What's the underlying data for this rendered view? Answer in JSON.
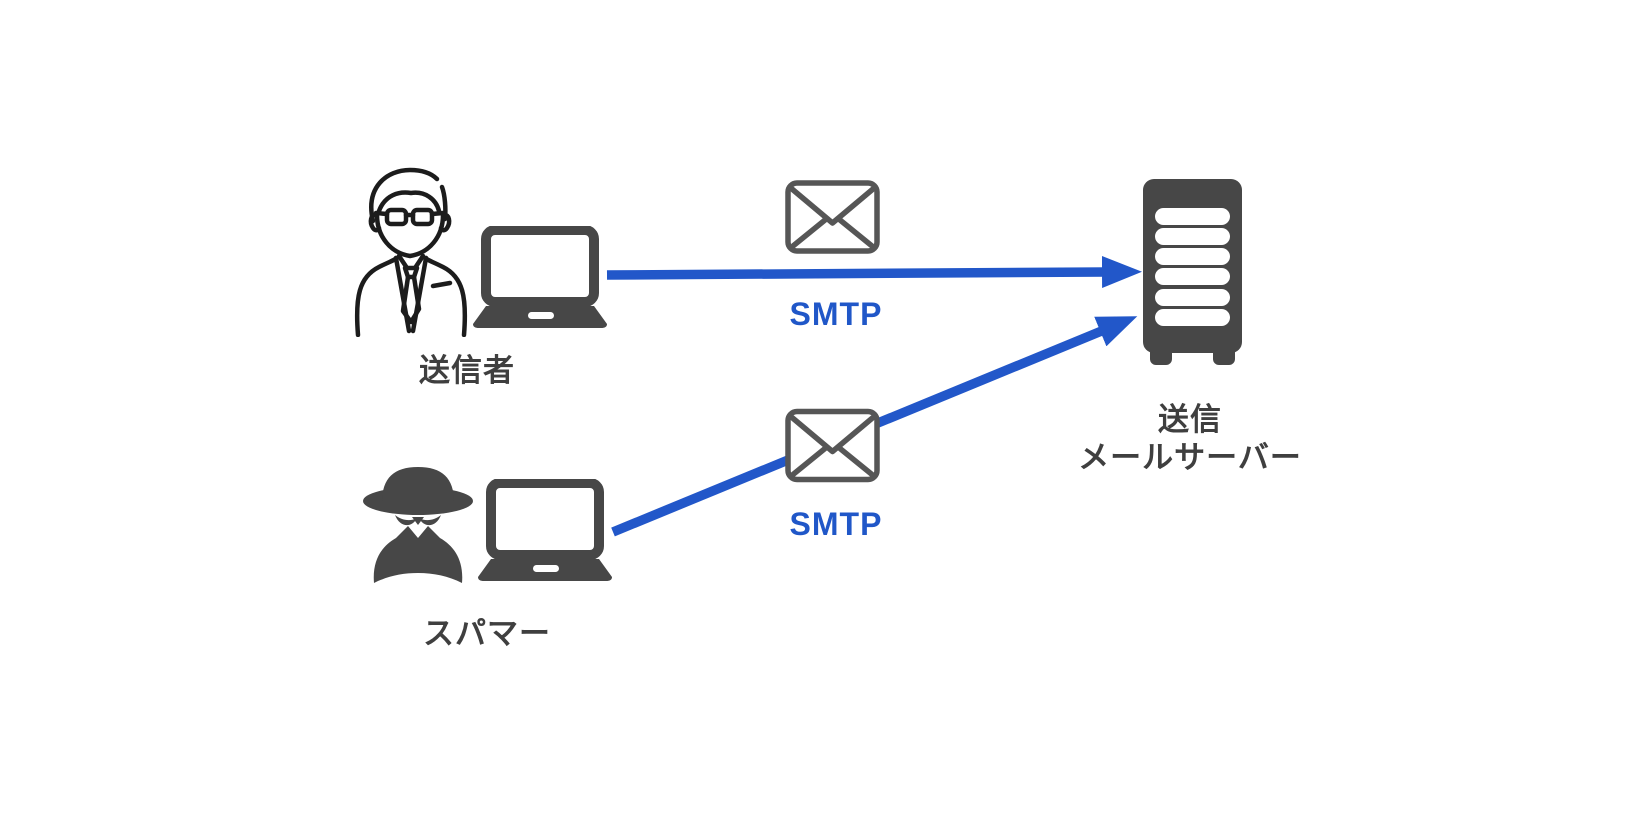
{
  "diagram": {
    "background": "#FFFFFF",
    "colors": {
      "arrow_blue": "#2257C9",
      "protocol_text_blue": "#2057C8",
      "icon_gray": "#474747",
      "person_outline_black": "#1C1C1C",
      "envelope_stroke_gray": "#565656",
      "label_gray": "#3F3F3F"
    },
    "nodes": {
      "sender": {
        "label": "送信者",
        "icons": [
          "businessman-icon",
          "laptop-icon"
        ]
      },
      "spammer": {
        "label": "スパマー",
        "icons": [
          "spy-icon",
          "laptop-icon"
        ]
      },
      "mail_server": {
        "label_line1": "送信",
        "label_line2": "メールサーバー",
        "icons": [
          "mail-server-icon"
        ]
      }
    },
    "edges": [
      {
        "from": "sender",
        "to": "mail_server",
        "label": "SMTP",
        "icon": "envelope-icon",
        "style": "blue-arrow"
      },
      {
        "from": "spammer",
        "to": "mail_server",
        "label": "SMTP",
        "icon": "envelope-icon",
        "style": "blue-arrow"
      }
    ]
  }
}
